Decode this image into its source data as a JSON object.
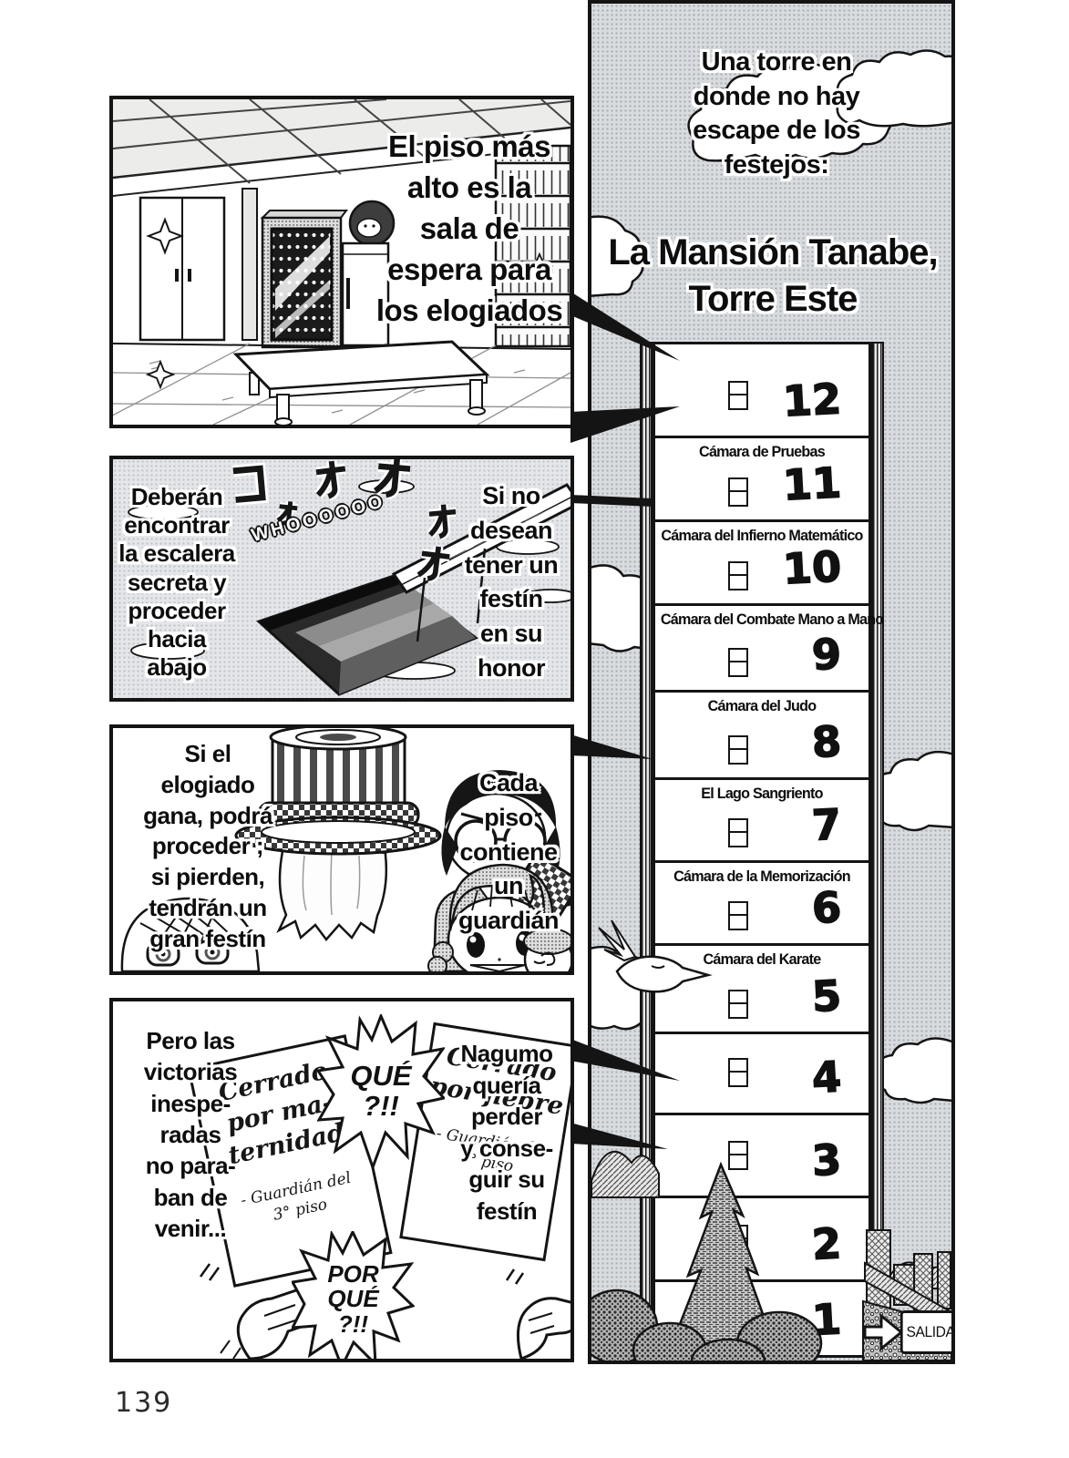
{
  "page": {
    "number": "139"
  },
  "right_panel": {
    "intro": "Una torre en\ndonde no hay\nescape de los\nfestejos:",
    "title": "La Mansión Tanabe,\nTorre Este",
    "exit_sign": "SALIDA",
    "floors": [
      {
        "number": "12",
        "label": ""
      },
      {
        "number": "11",
        "label": "Cámara de Pruebas"
      },
      {
        "number": "10",
        "label": "Cámara del Infierno Matemático"
      },
      {
        "number": "9",
        "label": "Cámara del Combate Mano a Mano"
      },
      {
        "number": "8",
        "label": "Cámara del Judo"
      },
      {
        "number": "7",
        "label": "El Lago Sangriento"
      },
      {
        "number": "6",
        "label": "Cámara de la Memorización"
      },
      {
        "number": "5",
        "label": "Cámara del Karate"
      },
      {
        "number": "4",
        "label": ""
      },
      {
        "number": "3",
        "label": ""
      },
      {
        "number": "2",
        "label": ""
      },
      {
        "number": "1",
        "label": ""
      }
    ]
  },
  "panel1": {
    "caption": "El piso más\nalto es la\nsala de\nespera para\nlos elogiados"
  },
  "panel2": {
    "caption_left": "Deberán\nencontrar\nla escalera\nsecreta y\nproceder\nhacia\nabajo",
    "caption_right": "Si no\ndesean\ntener un\nfestín\nen su\nhonor",
    "sfx_whoosh": "WHOOOOOO",
    "sfx_kana": [
      "コ",
      "ォ",
      "オ",
      "オ",
      "オ",
      "オ"
    ]
  },
  "panel3": {
    "caption_left": "Si el\nelogiado\ngana, podrá\nproceder ;\nsi pierden,\ntendrán un\ngran festín",
    "caption_right": "Cada\npiso\ncontiene\nun\nguardián"
  },
  "panel4": {
    "caption_left": "Pero las\nvictorias\ninespe-\nradas\nno para-\nban de\nvenir...",
    "caption_right": "Nagumo\nquería\nperder\ny conse-\nguir su\nfestín",
    "burst_top": "QUÉ\n?!!",
    "burst_bottom": "POR\nQUÉ\n?!!",
    "note_left": {
      "body": "Cerrado\npor ma-\nternidad",
      "signature": "- Guardián del\n3° piso"
    },
    "note_right": {
      "body": "Cerrado\npor fiebre",
      "signature": "- Guardián de\n4° piso"
    }
  },
  "colors": {
    "ink": "#141414",
    "sky_base": "#d9dcdf",
    "sky_dot": "#a9adb2",
    "paper": "#ffffff"
  }
}
